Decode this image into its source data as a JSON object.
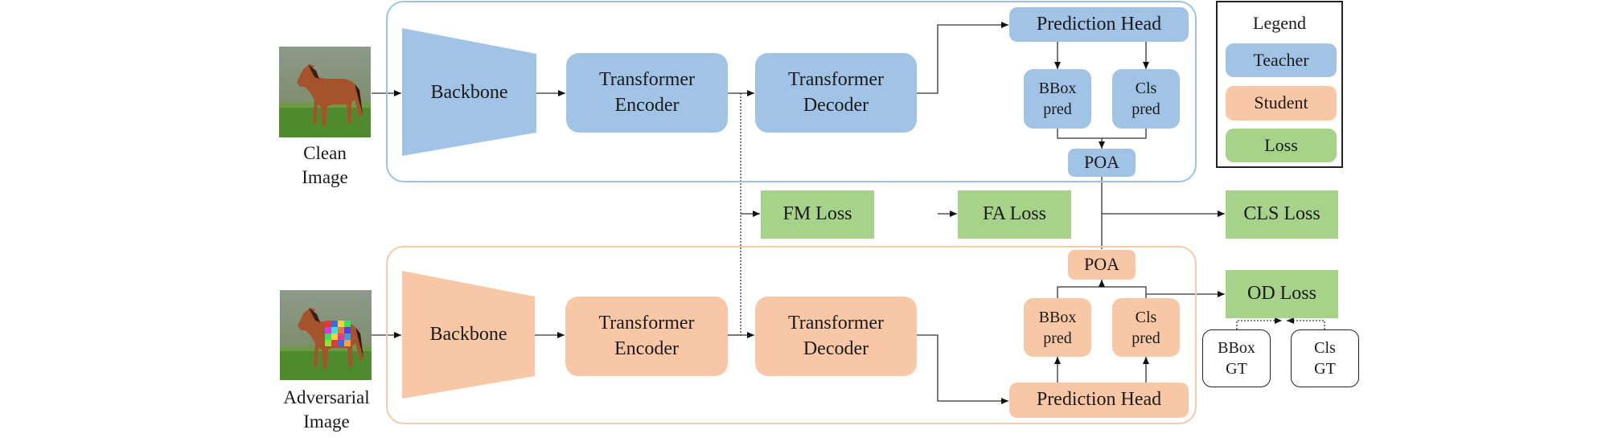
{
  "inputs": {
    "clean_label": [
      "Clean",
      "Image"
    ],
    "adversarial_label": [
      "Adversarial",
      "Image"
    ]
  },
  "teacher": {
    "backbone": "Backbone",
    "encoder": [
      "Transformer",
      "Encoder"
    ],
    "decoder": [
      "Transformer",
      "Decoder"
    ],
    "prediction_head": "Prediction Head",
    "bbox_pred": [
      "BBox",
      "pred"
    ],
    "cls_pred": [
      "Cls",
      "pred"
    ],
    "poa": "POA"
  },
  "student": {
    "backbone": "Backbone",
    "encoder": [
      "Transformer",
      "Encoder"
    ],
    "decoder": [
      "Transformer",
      "Decoder"
    ],
    "prediction_head": "Prediction Head",
    "bbox_pred": [
      "BBox",
      "pred"
    ],
    "cls_pred": [
      "Cls",
      "pred"
    ],
    "poa": "POA"
  },
  "losses": {
    "fm": "FM Loss",
    "fa": "FA Loss",
    "cls": "CLS Loss",
    "od": "OD Loss"
  },
  "ground_truth": {
    "bbox": [
      "BBox",
      "GT"
    ],
    "cls": [
      "Cls",
      "GT"
    ]
  },
  "legend": {
    "title": "Legend",
    "teacher": "Teacher",
    "student": "Student",
    "loss": "Loss"
  },
  "colors": {
    "teacher_fill": "#a0c3e6",
    "student_fill": "#f8c8a6",
    "loss_fill": "#a6d28a",
    "teacher_group_border": "#9cc2e5",
    "student_group_border": "#f6c9a8"
  }
}
